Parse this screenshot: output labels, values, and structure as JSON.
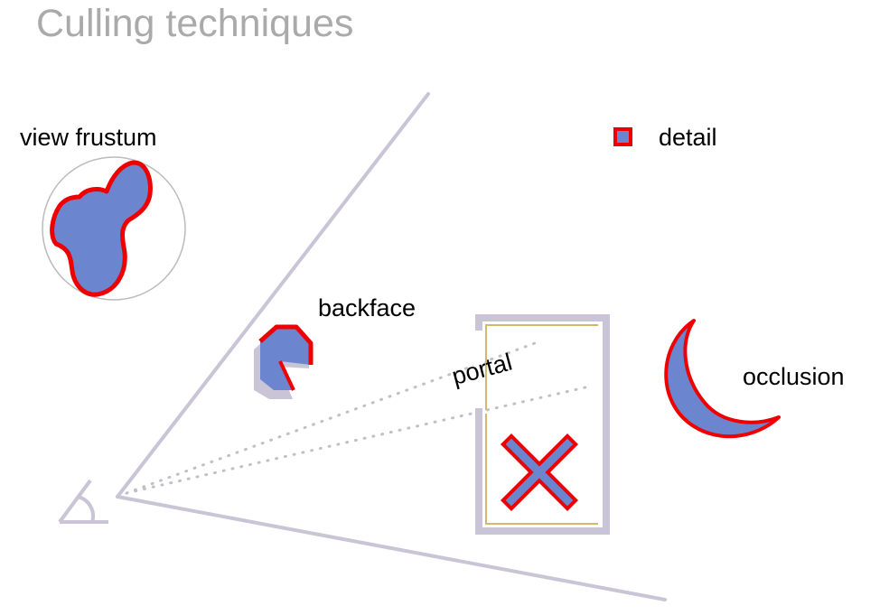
{
  "title": "Culling techniques",
  "labels": {
    "view_frustum": "view frustum",
    "detail": "detail",
    "backface": "backface",
    "portal": "portal",
    "occlusion": "occlusion"
  },
  "colors": {
    "fill_blue": "#6b86cf",
    "outline_red": "#ee0000",
    "frustum_gray": "#c9c5d6",
    "wall_gold": "#d4b96a",
    "title_gray": "#aaaaaa"
  }
}
